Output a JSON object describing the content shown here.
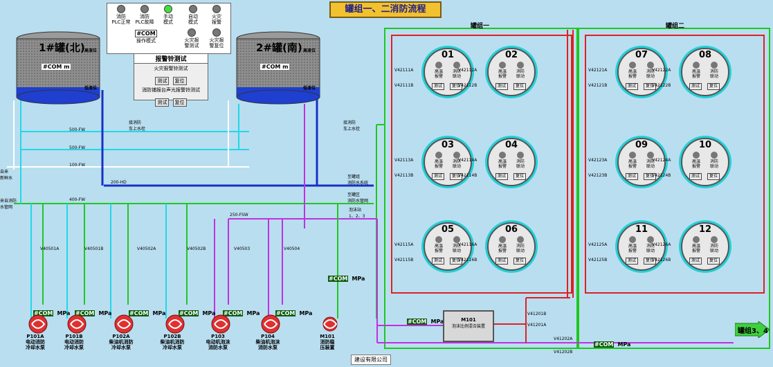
{
  "title": "罐组一、二消防流程",
  "legend": [
    {
      "label": "消防\nPLC正常",
      "led": "gray"
    },
    {
      "label": "消防\nPLC故障",
      "led": "gray"
    },
    {
      "label": "手动\n模式",
      "led": "green"
    },
    {
      "label": "自动\n模式",
      "led": "gray"
    },
    {
      "label": "火灾\n报警",
      "led": "gray"
    },
    {
      "label": "操作模式",
      "led": "none"
    },
    {
      "label": "火灾报\n警测试",
      "led": "gray"
    },
    {
      "label": "火灾报\n警复位",
      "led": "gray"
    }
  ],
  "legend_com": "#COM",
  "alarm_panel": {
    "title": "报警铃测试",
    "row1_label": "火灾报警铃测试",
    "row2_label": "消防铺报台声光报警铃测试",
    "test": "测试",
    "reset": "复位"
  },
  "tanks": [
    {
      "name": "1#罐(北)",
      "high": "高液位",
      "low": "低液位",
      "value": "#COM",
      "unit": "m"
    },
    {
      "name": "2#罐(南)",
      "high": "高液位",
      "low": "低液位",
      "value": "#COM",
      "unit": "m"
    }
  ],
  "pipes": {
    "p500_1": "500-FW",
    "p500_2": "500-FW",
    "p100": "100-FW",
    "p200": "200-HD",
    "p400": "400-FW",
    "p250": "250-FSW",
    "left_in1": "自来\n新鲜水",
    "left_in2": "来自消防\n水管网",
    "tank_to_truck1": "接消防\n车上水栓",
    "tank_to_truck2": "接消防\n车上水栓",
    "to_group1": "至罐组\n消防水系统",
    "to_group2": "至罐区\n消防水管网",
    "foam_station": "泡沫站\n1、2、3"
  },
  "valves": [
    "V40501A",
    "V40501B",
    "V40502A",
    "V40502B",
    "V40503",
    "V40504"
  ],
  "pumps": [
    {
      "id": "P101A",
      "desc": "电动消防\n冷却水泵"
    },
    {
      "id": "P101B",
      "desc": "电动消防\n冷却水泵"
    },
    {
      "id": "P102A",
      "desc": "柴油机消防\n冷却水泵"
    },
    {
      "id": "P102B",
      "desc": "柴油机消防\n冷却水泵"
    },
    {
      "id": "P103",
      "desc": "电动机泡沫\n消防水泵"
    },
    {
      "id": "P104",
      "desc": "柴油机泡沫\n消防水泵"
    },
    {
      "id": "M101",
      "desc": "消防稳\n压装置"
    }
  ],
  "press_unit": "MPa",
  "press_value": "#COM",
  "mixer": {
    "id": "M101",
    "desc": "泡沫比例混合装置"
  },
  "group1_label": "罐组一",
  "group2_label": "罐组二",
  "cells": [
    {
      "num": "01",
      "va": "V42111A",
      "vb": "V42111B",
      "vc": "V42112A"
    },
    {
      "num": "02",
      "va": "V42112A",
      "vb": "V42112B",
      "vc": ""
    },
    {
      "num": "03",
      "va": "V42113A",
      "vb": "V42113B",
      "vc": ""
    },
    {
      "num": "04",
      "va": "V42114A",
      "vb": "V42114B",
      "vc": ""
    },
    {
      "num": "05",
      "va": "V42115A",
      "vb": "V42115B",
      "vc": ""
    },
    {
      "num": "06",
      "va": "V42116A",
      "vb": "V42116B",
      "vc": ""
    },
    {
      "num": "07",
      "va": "V42121A",
      "vb": "V42121B",
      "vc": ""
    },
    {
      "num": "08",
      "va": "V42122A",
      "vb": "V42122B",
      "vc": ""
    },
    {
      "num": "09",
      "va": "V42123A",
      "vb": "V42123B",
      "vc": ""
    },
    {
      "num": "10",
      "va": "V42124A",
      "vb": "V42124B",
      "vc": ""
    },
    {
      "num": "11",
      "va": "V42125A",
      "vb": "V42125B",
      "vc": ""
    },
    {
      "num": "12",
      "va": "V42126A",
      "vb": "V42126B",
      "vc": ""
    }
  ],
  "cell_labels": {
    "hi": "高温\n报警",
    "link": "消防\n联动",
    "test": "测试",
    "reset": "复位"
  },
  "mixer_valves": [
    "V41201B",
    "V41201A",
    "V41202A",
    "V41202B"
  ],
  "company": "建设有限公司",
  "next_button": "罐组3、4",
  "colors": {
    "bg": "#b9def0",
    "green": "#1ec81e",
    "red": "#e02020",
    "blue": "#1830c8",
    "cyan": "#20d8e8",
    "magenta": "#c030e0"
  }
}
